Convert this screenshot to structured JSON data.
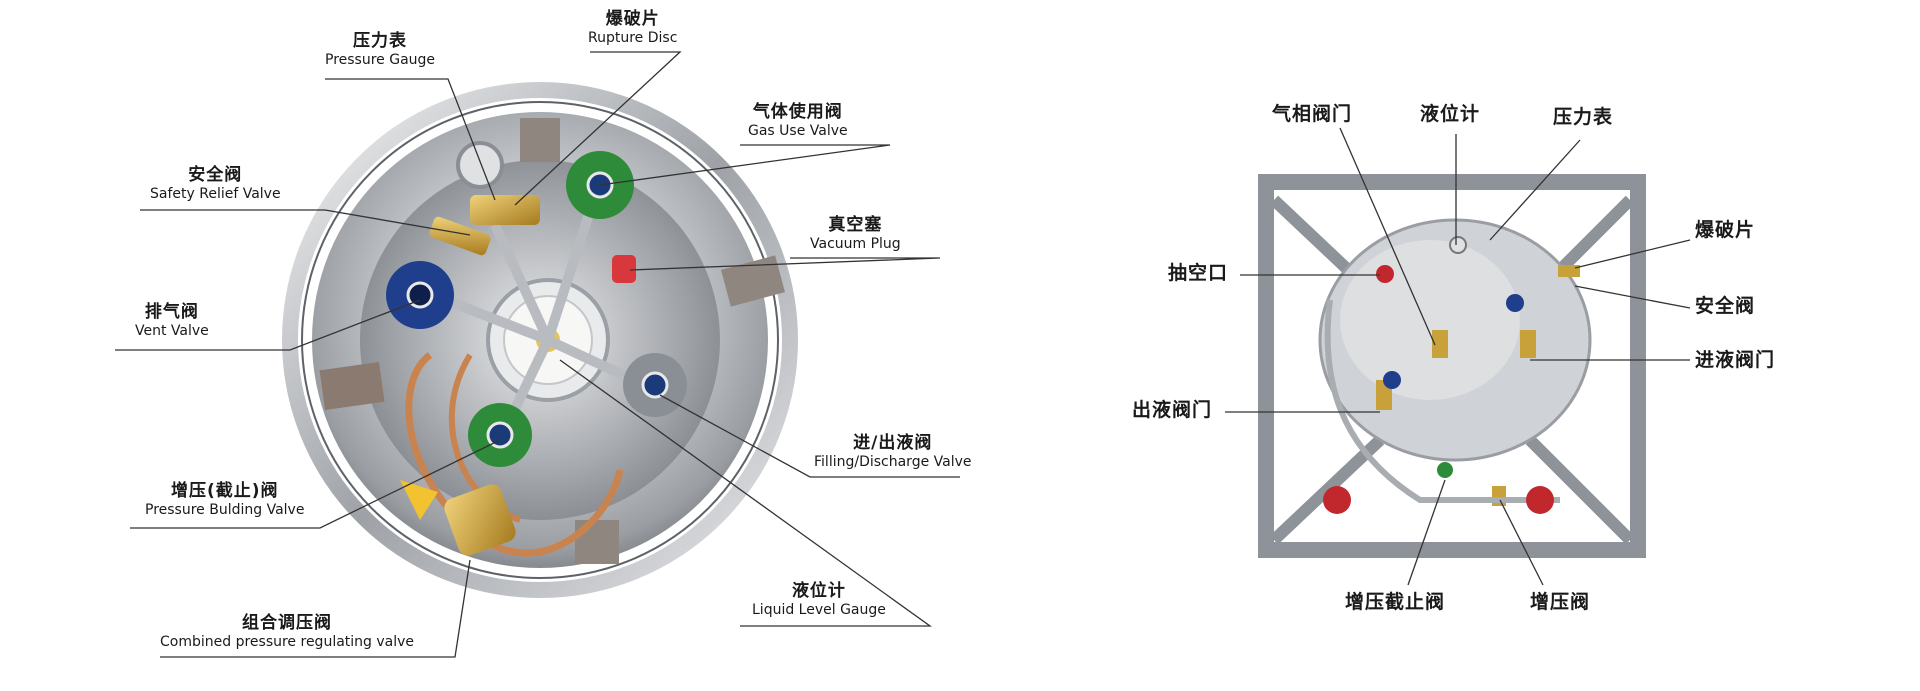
{
  "left_diagram": {
    "labels": {
      "pressure_gauge": {
        "cn": "压力表",
        "en": "Pressure Gauge"
      },
      "rupture_disc": {
        "cn": "爆破片",
        "en": "Rupture Disc"
      },
      "gas_use_valve": {
        "cn": "气体使用阀",
        "en": "Gas Use Valve"
      },
      "safety_relief_valve": {
        "cn": "安全阀",
        "en": "Safety Relief Valve"
      },
      "vacuum_plug": {
        "cn": "真空塞",
        "en": "Vacuum Plug"
      },
      "vent_valve": {
        "cn": "排气阀",
        "en": "Vent Valve"
      },
      "filling_discharge_valve": {
        "cn": "进/出液阀",
        "en": "Filling/Discharge Valve"
      },
      "pressure_building_valve": {
        "cn": "增压(截止)阀",
        "en": "Pressure Bulding Valve"
      },
      "liquid_level_gauge": {
        "cn": "液位计",
        "en": "Liquid Level Gauge"
      },
      "combined_pressure_valve": {
        "cn": "组合调压阀",
        "en": "Combined pressure regulating valve"
      }
    },
    "colors": {
      "green_valve": "#2e8b3a",
      "blue_valve": "#1f3f8c",
      "gray_valve": "#8a8f96",
      "brass": "#c9a13b",
      "copper": "#c8834f",
      "steel": "#c9ccd0"
    }
  },
  "right_diagram": {
    "labels": {
      "gas_phase_valve": "气相阀门",
      "level_gauge": "液位计",
      "pressure_gauge": "压力表",
      "rupture_disc": "爆破片",
      "exhaust_port": "抽空口",
      "safety_valve": "安全阀",
      "inlet_valve": "进液阀门",
      "outlet_valve": "出液阀门",
      "pb_stop_valve": "增压截止阀",
      "pb_valve": "增压阀"
    },
    "colors": {
      "frame": "#8e9399",
      "tank": "#cfd2d6",
      "wheel": "#c0282d"
    }
  }
}
